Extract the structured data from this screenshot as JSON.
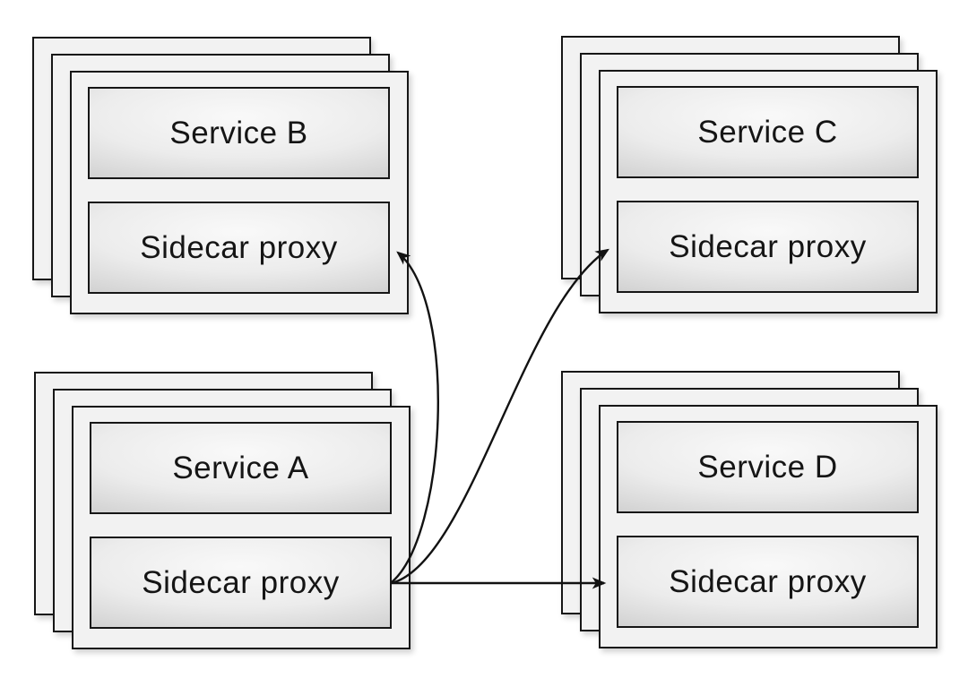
{
  "diagram": {
    "description_kind": "service-mesh-sidecar-diagram",
    "groups": [
      {
        "id": "service-b",
        "position": "top-left",
        "stack_count": 3,
        "service_label": "Service B",
        "proxy_label": "Sidecar proxy"
      },
      {
        "id": "service-c",
        "position": "top-right",
        "stack_count": 3,
        "service_label": "Service C",
        "proxy_label": "Sidecar proxy"
      },
      {
        "id": "service-a",
        "position": "bottom-left",
        "stack_count": 3,
        "service_label": "Service A",
        "proxy_label": "Sidecar proxy"
      },
      {
        "id": "service-d",
        "position": "bottom-right",
        "stack_count": 3,
        "service_label": "Service D",
        "proxy_label": "Sidecar proxy"
      }
    ],
    "edges": [
      {
        "from": "service-a.sidecar-proxy",
        "to": "service-b.sidecar-proxy",
        "style": "curved",
        "arrowhead": "end"
      },
      {
        "from": "service-a.sidecar-proxy",
        "to": "service-c.sidecar-proxy",
        "style": "curved",
        "arrowhead": "end"
      },
      {
        "from": "service-a.sidecar-proxy",
        "to": "service-d.sidecar-proxy",
        "style": "straight",
        "arrowhead": "end"
      }
    ],
    "colors": {
      "background": "#ffffff",
      "panel_fill": "#f2f2f2",
      "border": "#161616",
      "box_gradient_center": "#f9f9f9",
      "box_gradient_edge": "#a4a4a4",
      "arrow": "#121212",
      "text": "#151515"
    }
  }
}
